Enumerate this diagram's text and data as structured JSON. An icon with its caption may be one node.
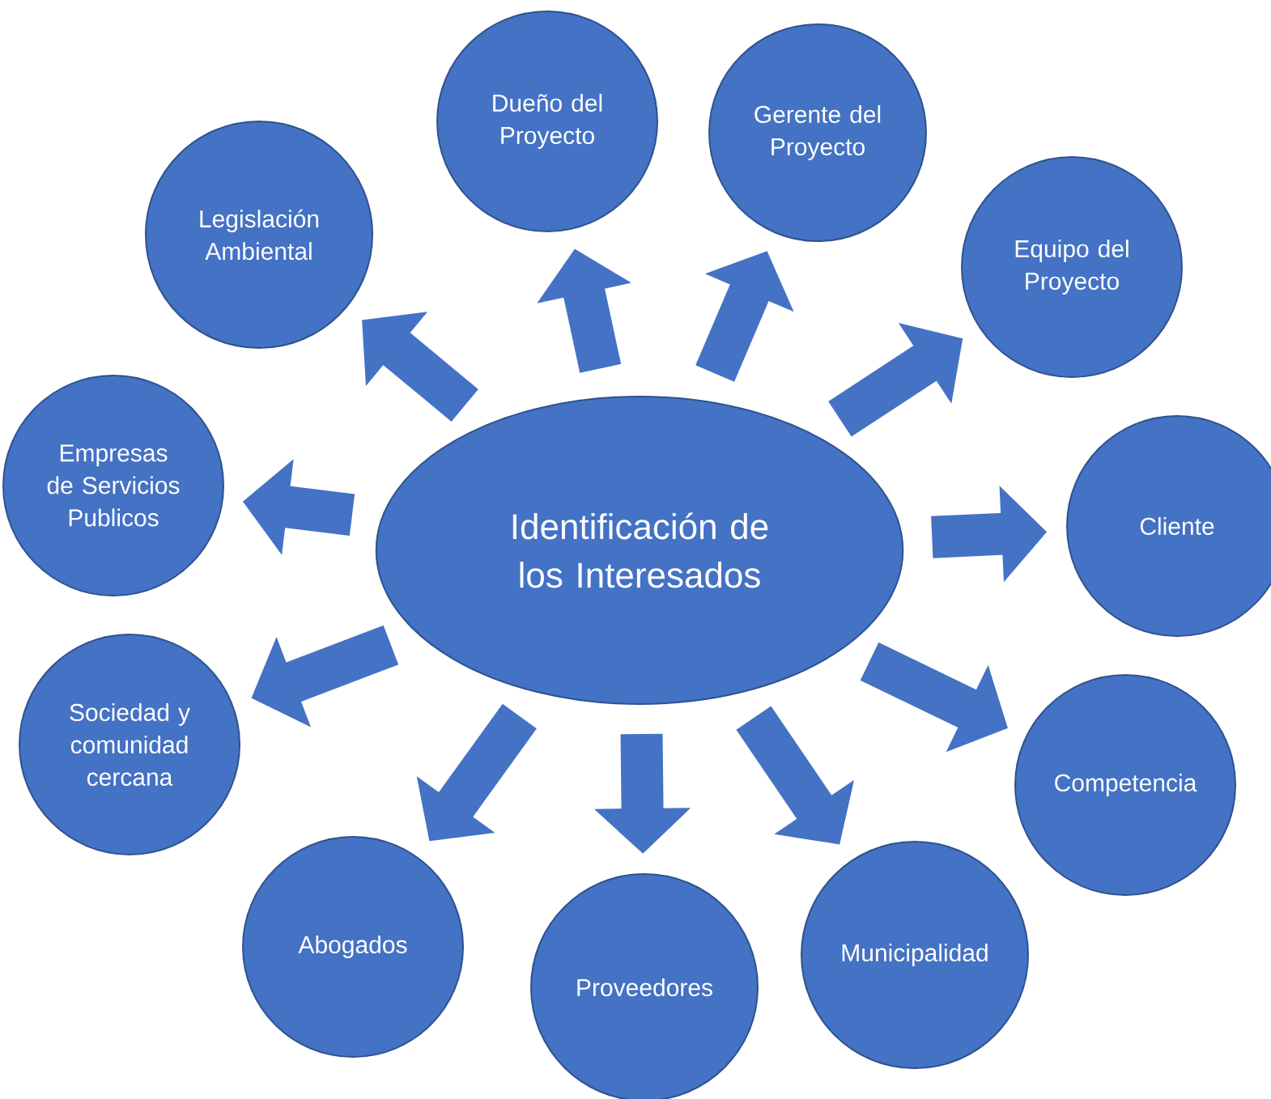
{
  "diagram": {
    "nodes": [
      {
        "text": [
          "Identificación de los Interesados"
        ]
      },
      {
        "text": [
          "Legislación Ambiental"
        ]
      },
      {
        "text": [
          "Dueño del Proyecto"
        ]
      },
      {
        "text": [
          "Gerente del Proyecto"
        ]
      },
      {
        "text": [
          "Equipo del Proyecto"
        ]
      },
      {
        "text": [
          "Cliente"
        ]
      },
      {
        "text": [
          "Competencia"
        ]
      },
      {
        "text": [
          "Municipalidad"
        ]
      },
      {
        "text": [
          "Proveedores"
        ]
      },
      {
        "text": [
          "Abogados"
        ]
      },
      {
        "text": [
          "Sociedad y comunidad cercana"
        ]
      },
      {
        "text": [
          "Empresas de Servicios Publicos"
        ]
      }
    ],
    "edges": [
      {
        "from": 0,
        "to": 1,
        "arrow": "to"
      },
      {
        "from": 0,
        "to": 2,
        "arrow": "to"
      },
      {
        "from": 0,
        "to": 3,
        "arrow": "to"
      },
      {
        "from": 0,
        "to": 4,
        "arrow": "to"
      },
      {
        "from": 0,
        "to": 5,
        "arrow": "to"
      },
      {
        "from": 0,
        "to": 6,
        "arrow": "to"
      },
      {
        "from": 0,
        "to": 7,
        "arrow": "to"
      },
      {
        "from": 0,
        "to": 8,
        "arrow": "to"
      },
      {
        "from": 0,
        "to": 9,
        "arrow": "to"
      },
      {
        "from": 0,
        "to": 10,
        "arrow": "to"
      },
      {
        "from": 0,
        "to": 11,
        "arrow": "to"
      }
    ]
  }
}
